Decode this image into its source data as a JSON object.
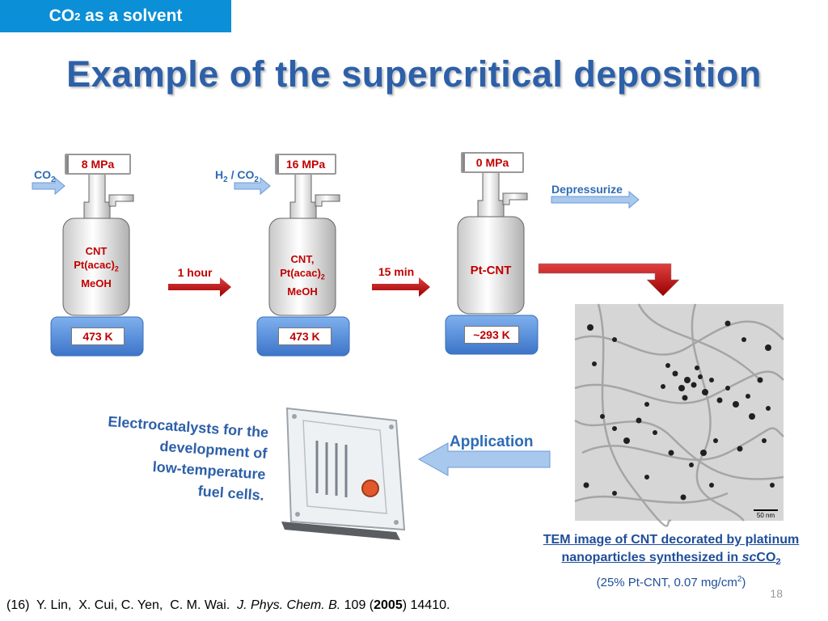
{
  "section_tab": {
    "prefix": "CO",
    "sub": "2",
    "suffix": " as a solvent"
  },
  "title": "Example of the supercritical deposition",
  "stages": [
    {
      "pressure": "8 MPa",
      "gas_main": "CO",
      "gas_sub": "2",
      "gas_tail": "",
      "contents": [
        "CNT",
        "Pt(acac)",
        "MeOH"
      ],
      "temperature": "473 K"
    },
    {
      "pressure": "16 MPa",
      "gas_main": "H",
      "gas_sub": "2",
      "gas_tail": " / CO",
      "gas_sub2": "2",
      "contents": [
        "CNT,",
        "Pt(acac)",
        "MeOH"
      ],
      "temperature": "473 K"
    },
    {
      "pressure": "0 MPa",
      "gas_main": "Depressurize",
      "contents": [
        "Pt-CNT"
      ],
      "temperature": "~293 K"
    }
  ],
  "sub2": "2",
  "arrows": {
    "step1": "1 hour",
    "step2": "15 min"
  },
  "application_label": "Application",
  "electro_caption": [
    "Electrocatalysts for the",
    "development of",
    "low-temperature",
    "fuel cells."
  ],
  "tem_caption": {
    "line1": "TEM image of CNT decorated by platinum",
    "line2_pre": "nanoparticles synthesized in ",
    "line2_italic": "sc",
    "line2_co": "CO",
    "line2_sub": "2",
    "line3_pre": "(25% Pt-CNT, 0.07 mg/cm",
    "line3_sup": "2",
    "line3_post": ")"
  },
  "tem_scale": "50 nm",
  "reference": {
    "pre": "(16)  Y. Lin,  X. Cui, C. Yen,  C. M. Wai.  ",
    "journal": "J. Phys. Chem. B.",
    "vol": " 109 (",
    "year": "2005",
    "post": ") 14410."
  },
  "slide_number": "18",
  "colors": {
    "tab": "#0b8fd6",
    "title": "#2d60a8",
    "accent_red": "#c00000",
    "blue_arrow": "#a8c8ee",
    "base_blue": "#4a86d8"
  }
}
